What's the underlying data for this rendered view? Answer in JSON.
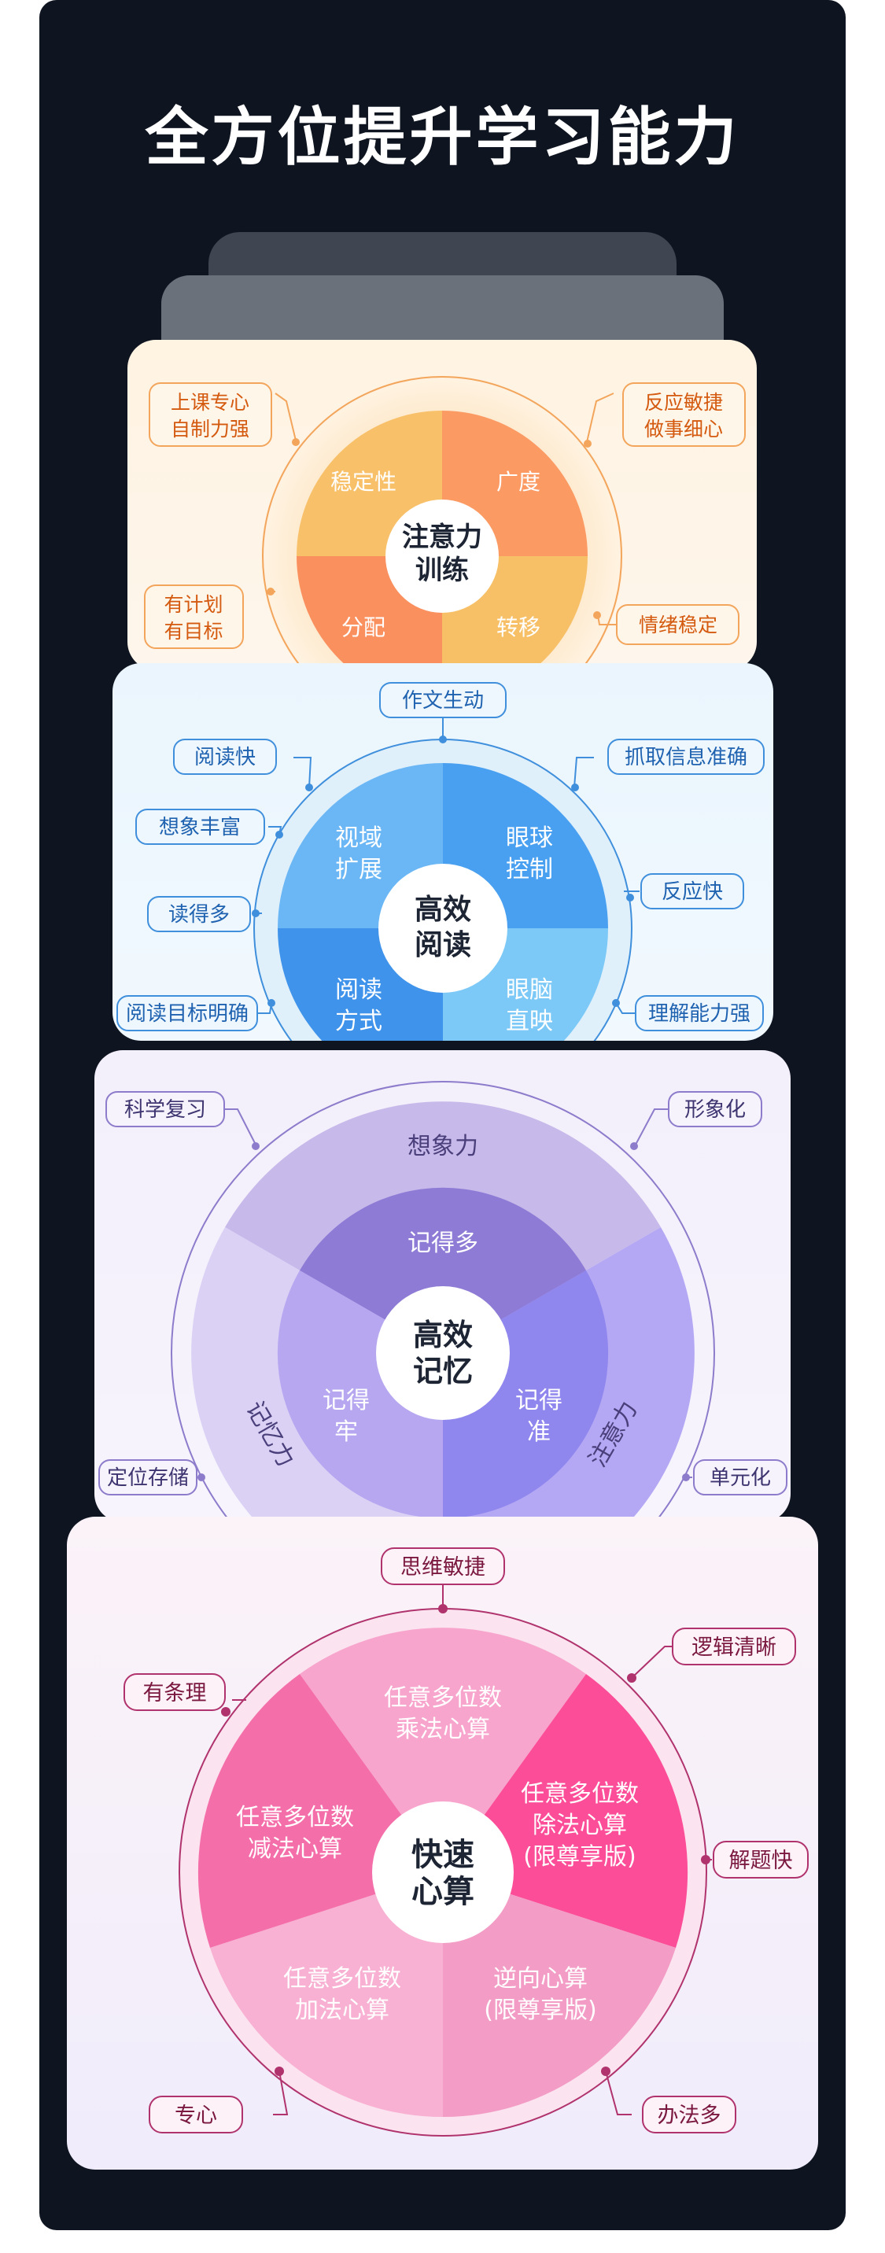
{
  "title": "全方位提升学习能力",
  "attention": {
    "center": [
      "注意力",
      "训练"
    ],
    "sectors": [
      "稳定性",
      "广度",
      "分配",
      "转移"
    ],
    "callouts": {
      "top_left": [
        "上课专心",
        "自制力强"
      ],
      "top_right": [
        "反应敏捷",
        "做事细心"
      ],
      "bottom_left": [
        "有计划",
        "有目标"
      ],
      "bottom_right": [
        "情绪稳定"
      ]
    }
  },
  "reading": {
    "center": [
      "高效",
      "阅读"
    ],
    "sectors": [
      [
        "视域",
        "扩展"
      ],
      [
        "眼球",
        "控制"
      ],
      [
        "阅读",
        "方式"
      ],
      [
        "眼脑",
        "直映"
      ]
    ],
    "callouts": [
      "作文生动",
      "阅读快",
      "抓取信息准确",
      "想象丰富",
      "反应快",
      "读得多",
      "阅读目标明确",
      "理解能力强"
    ]
  },
  "memory": {
    "center": [
      "高效",
      "记忆"
    ],
    "outer": [
      "想象力",
      "记忆力",
      "注意力"
    ],
    "inner": [
      "记得多",
      "记得牢",
      "记得准"
    ],
    "callouts": [
      "科学复习",
      "形象化",
      "定位存储",
      "单元化"
    ]
  },
  "math": {
    "center": [
      "快速",
      "心算"
    ],
    "sectors": [
      [
        "任意多位数",
        "乘法心算"
      ],
      [
        "任意多位数",
        "除法心算",
        "(限尊享版)"
      ],
      [
        "逆向心算",
        "(限尊享版)"
      ],
      [
        "任意多位数",
        "加法心算"
      ],
      [
        "任意多位数",
        "减法心算"
      ]
    ],
    "callouts": [
      "思维敏捷",
      "有条理",
      "逻辑清晰",
      "解题快",
      "专心",
      "办法多"
    ]
  }
}
